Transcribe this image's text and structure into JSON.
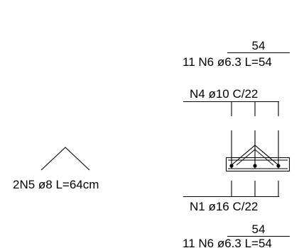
{
  "labels": {
    "top_length": "54",
    "top_bar_callout": "11 N6 ø6.3 L=54",
    "upper_rebar_callout": "N4 ø10 C/22",
    "bent_bar_callout": "2N5 ø8 L=64cm",
    "lower_rebar_callout": "N1 ø16 C/22",
    "bottom_length": "54",
    "bottom_bar_callout": "11 N6 ø6.3 L=54"
  },
  "colors": {
    "line": "#000000",
    "background": "#ffffff"
  }
}
